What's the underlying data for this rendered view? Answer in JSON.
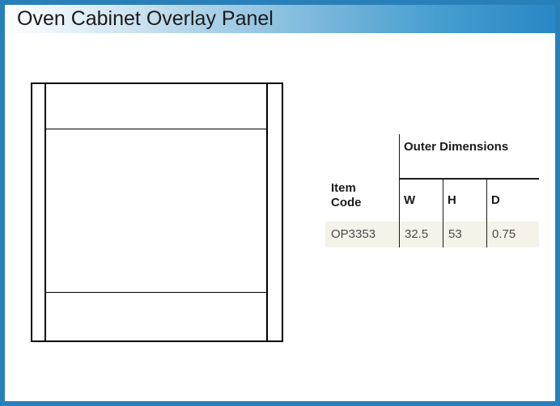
{
  "header": {
    "title": "Oven Cabinet Overlay Panel",
    "gradient_start": "#fdfeff",
    "gradient_end": "#2a87c4"
  },
  "page": {
    "border_color": "#2980b9",
    "background": "#ffffff"
  },
  "drawing": {
    "name": "oven-cabinet-overlay-panel-elevation",
    "stroke_color": "#000000",
    "fill_color": "#ffffff"
  },
  "table": {
    "group_header": "Outer Dimensions",
    "item_code_header": "Item\nCode",
    "columns": [
      "W",
      "H",
      "D"
    ],
    "row_background": "#f5f2ea",
    "rows": [
      {
        "item_code": "OP3353",
        "w": "32.5",
        "h": "53",
        "d": "0.75"
      }
    ]
  }
}
